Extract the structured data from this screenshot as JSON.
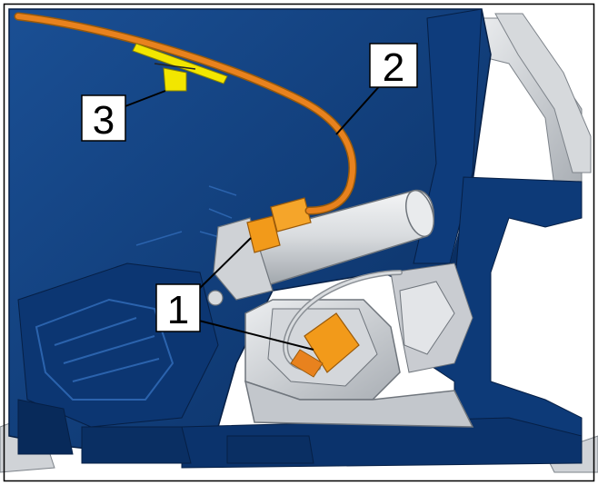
{
  "callouts": [
    {
      "id": "1",
      "label": "1"
    },
    {
      "id": "2",
      "label": "2"
    },
    {
      "id": "3",
      "label": "3"
    }
  ],
  "colors": {
    "frame_border": "#000000",
    "panel_blue": "#0d3a78",
    "panel_blue_dark": "#082a5a",
    "panel_blue_light": "#1f5aa6",
    "wire_orange": "#e8821e",
    "connector_orange": "#f29a1a",
    "clip_yellow": "#f2e600",
    "metal_light": "#e2e4e7",
    "metal_mid": "#b9bdc2",
    "metal_dark": "#8a8f95",
    "background": "#ffffff"
  },
  "icons": [
    "airbag-igniter-connector",
    "wiring-harness",
    "harness-clip"
  ]
}
